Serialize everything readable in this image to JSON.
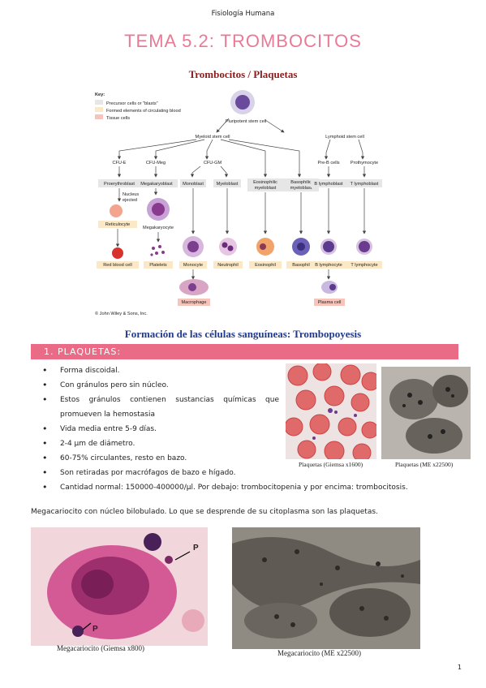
{
  "header": {
    "course": "Fisiología Humana"
  },
  "title": "TEMA 5.2: TROMBOCITOS",
  "figure1": {
    "title": "Trombocitos / Plaquetas",
    "key_title": "Key:",
    "key_items": [
      "Precursor cells or \"blasts\"",
      "Formed elements of circulating blood",
      "Tissue cells"
    ],
    "key_colors": [
      "#e6e6e6",
      "#fbe8c6",
      "#f6c4ba"
    ],
    "nodes": {
      "pluripotent": "Pluripotent stem cell",
      "myeloid": "Myeloid stem cell",
      "lymphoid": "Lymphoid stem cell",
      "cfu_e": "CFU-E",
      "cfu_meg": "CFU-Meg",
      "cfu_gm": "CFU-GM",
      "proerythroblast": "Proerythroblast",
      "megakaryoblast": "Megakaryoblast",
      "monoblast": "Monoblast",
      "myeloblast": "Myeloblast",
      "eos_myeloblast": [
        "Eosinophilic",
        "myeloblast"
      ],
      "bas_myeloblast": [
        "Basophilic",
        "myeloblast"
      ],
      "pre_b": "Pre-B cells",
      "prothymocyte": "Prothymocyte",
      "b_lymphoblast": "B lymphoblast",
      "t_lymphoblast": "T lymphoblast",
      "nucleus_ejected": [
        "Nucleus",
        "ejected"
      ],
      "reticulocyte": "Reticulocyte",
      "megakaryocyte": "Megakaryocyte",
      "rbc": "Red blood cell",
      "platelets": "Platelets",
      "monocyte": "Monocyte",
      "neutrophil": "Neutrophil",
      "eosinophil": "Eosinophil",
      "basophil": "Basophil",
      "b_lymphocyte": "B lymphocyte",
      "t_lymphocyte": "T lymphocyte",
      "macrophage": "Macrophage",
      "plasma": "Plasma cell"
    },
    "credit": "© John Wiley & Sons, Inc."
  },
  "figure2_title": "Formación de las células sanguíneas: Trombopoyesis",
  "section": {
    "label": "1.  PLAQUETAS:"
  },
  "bullets": [
    "Forma discoidal.",
    "Con gránulos pero sin núcleo.",
    "Estos gránulos contienen sustancias químicas que promueven la hemostasia",
    "Vida media entre 5-9 días.",
    "2-4 µm de diámetro.",
    "60-75% circulantes, resto en bazo.",
    "Son retiradas por macrófagos de bazo e hígado."
  ],
  "bullet_wide": "Cantidad normal: 150000-400000/µl. Por debajo: trombocitopenia y por encima: trombocitosis.",
  "photos": {
    "giemsa_caption": "Plaquetas (Giemsa x1600)",
    "me_caption": "Plaquetas (ME x22500)"
  },
  "paragraph": "Megacariocito con núcleo bilobulado. Lo que se desprende de su citoplasma son las plaquetas.",
  "bottom_photos": {
    "left_caption": "Megacariocito (Giemsa x800)",
    "p_label": "P",
    "right_caption": "Megacariocito (ME x22500)"
  },
  "page_number": "1"
}
